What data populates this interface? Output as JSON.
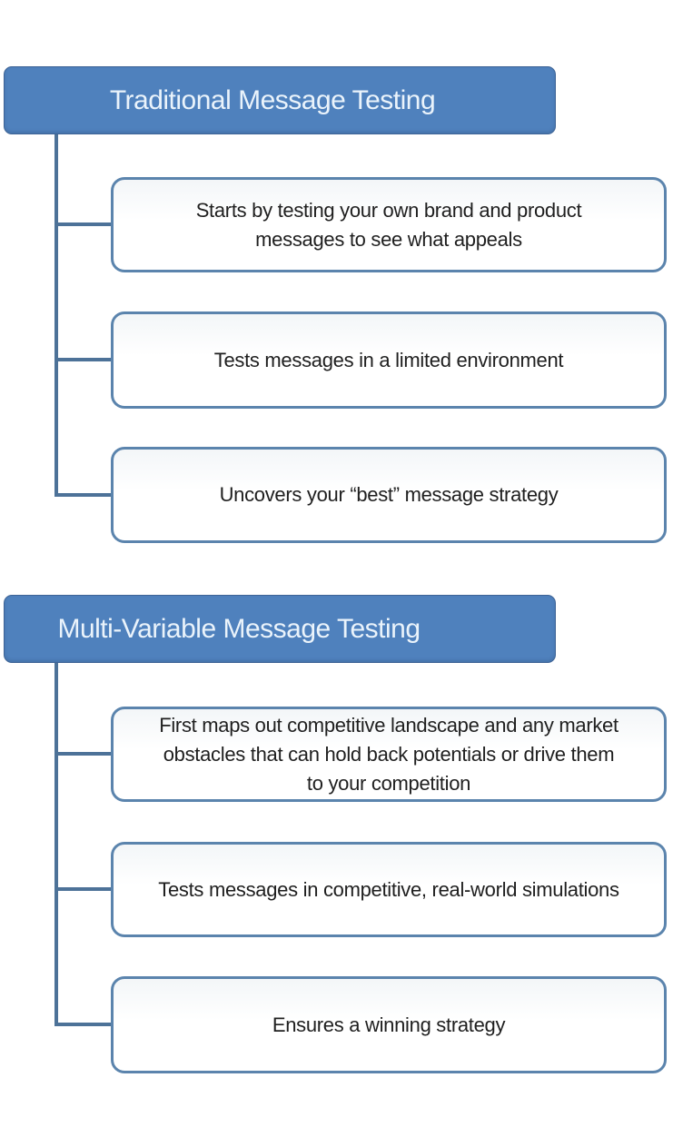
{
  "colors": {
    "header_fill": "#4f81bd",
    "header_border": "#3e6496",
    "header_text": "#eaf3fb",
    "box_border": "#5b84ad",
    "box_text": "#1f1f1f",
    "connector": "#4d7298"
  },
  "sections": [
    {
      "title": "Traditional Message Testing",
      "items": [
        {
          "lines": [
            "Starts by testing your own brand and product",
            "messages to see what appeals"
          ]
        },
        {
          "lines": [
            "Tests messages in a limited environment"
          ]
        },
        {
          "lines": [
            "Uncovers your “best” message strategy"
          ]
        }
      ]
    },
    {
      "title": "Multi-Variable Message Testing",
      "items": [
        {
          "lines": [
            "First maps out competitive landscape and any market",
            "obstacles that can hold back potentials or drive them",
            "to your competition"
          ]
        },
        {
          "lines": [
            "Tests messages in competitive, real-world simulations"
          ]
        },
        {
          "lines": [
            "Ensures a winning strategy"
          ]
        }
      ]
    }
  ]
}
